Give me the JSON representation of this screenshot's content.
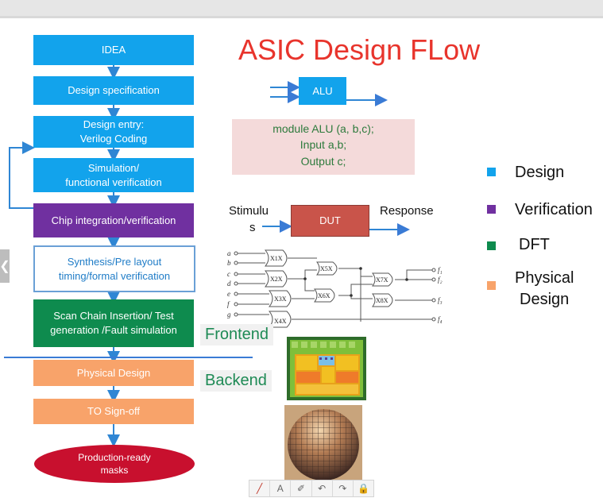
{
  "title": "ASIC Design FLow",
  "flow": {
    "idea": "IDEA",
    "spec": "Design specification",
    "entry1": "Design entry:",
    "entry2": "Verilog Coding",
    "sim1": "Simulation/",
    "sim2": "functional verification",
    "chip": "Chip integration/verification",
    "synth1": "Synthesis/Pre layout",
    "synth2": "timing/formal verification",
    "scan1": "Scan Chain Insertion/ Test",
    "scan2": "generation /Fault simulation",
    "physical": "Physical Design",
    "signoff": "TO Sign-off",
    "masks1": "Production-ready",
    "masks2": "masks"
  },
  "alu_block": "ALU",
  "code": {
    "line1": "module ALU (a, b,c);",
    "line2": "Input a,b;",
    "line3": "Output c;"
  },
  "dut": {
    "block": "DUT",
    "stimulus1": "Stimulu",
    "stimulus2": "s",
    "response": "Response"
  },
  "circuit": {
    "inputs": [
      "a",
      "b",
      "c",
      "d",
      "e",
      "f",
      "g"
    ],
    "gates": [
      "X1X",
      "X2X",
      "X3X",
      "X4X",
      "X5X",
      "X6X",
      "X7X",
      "X8X"
    ],
    "outputs": [
      "f₁",
      "f₂",
      "f₃",
      "f₄"
    ]
  },
  "tags": {
    "frontend": "Frontend",
    "backend": "Backend"
  },
  "legend": [
    {
      "label": "Design",
      "color": "#12a3ec"
    },
    {
      "label": "Verification",
      "color": "#7030a0"
    },
    {
      "label": "DFT",
      "color": "#0e8b4e"
    },
    {
      "label": "Physical",
      "label2": "Design",
      "color": "#f8a36a"
    }
  ],
  "toolbar": {
    "pen": "╱",
    "text": "A",
    "eraser": "✐",
    "undo": "↶",
    "redo": "↷",
    "lock": "🔒"
  },
  "nav_prev": "❮"
}
